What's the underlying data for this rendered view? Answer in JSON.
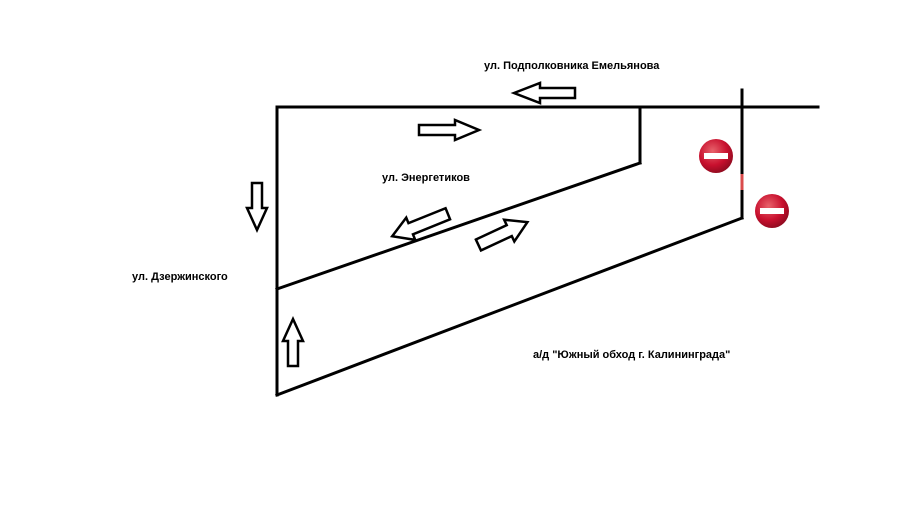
{
  "map": {
    "streets": {
      "top": "ул. Подполковника Емельянова",
      "middle": "ул. Энергетиков",
      "left": "ул. Дзержинского",
      "bottom": "а/д \"Южный обход г. Калининграда\""
    },
    "colors": {
      "road": "#000000",
      "background": "#ffffff",
      "no_entry_sign": "#c8102e",
      "no_entry_bar": "#ffffff",
      "red_marker": "#d94b4b"
    },
    "signs": [
      {
        "type": "no-entry-icon"
      },
      {
        "type": "no-entry-icon"
      }
    ]
  }
}
